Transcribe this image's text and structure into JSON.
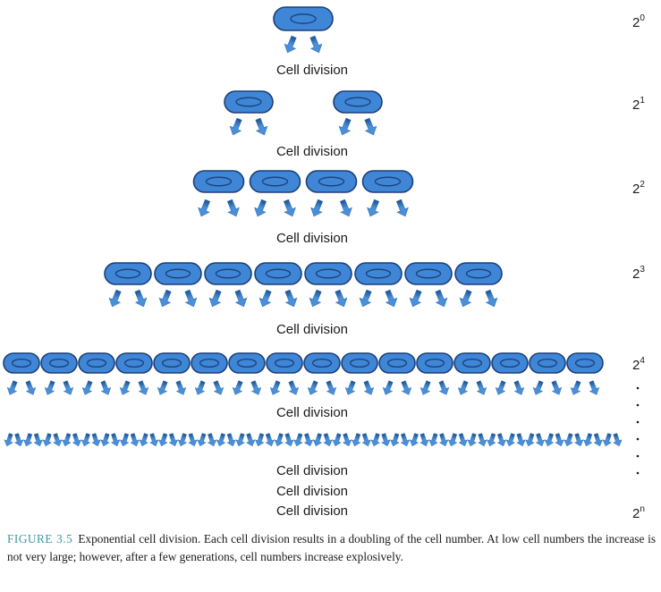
{
  "diagram": {
    "division_label": "Cell division",
    "generations": [
      {
        "base": "2",
        "exponent": "0",
        "cell_count": 1
      },
      {
        "base": "2",
        "exponent": "1",
        "cell_count": 2
      },
      {
        "base": "2",
        "exponent": "2",
        "cell_count": 4
      },
      {
        "base": "2",
        "exponent": "3",
        "cell_count": 8
      },
      {
        "base": "2",
        "exponent": "4",
        "cell_count": 16
      }
    ],
    "final_power": {
      "base": "2",
      "exponent": "n"
    },
    "colors": {
      "cell_fill": "#3f86d6",
      "cell_stroke": "#1b3f78",
      "arrow": "#4a8fd8"
    }
  },
  "caption": {
    "figure_number": "FIGURE 3.5",
    "text": "Exponential cell division. Each cell division results in a doubling of the cell number. At low cell numbers the increase is not very large; however, after a few generations, cell numbers increase explosively."
  }
}
